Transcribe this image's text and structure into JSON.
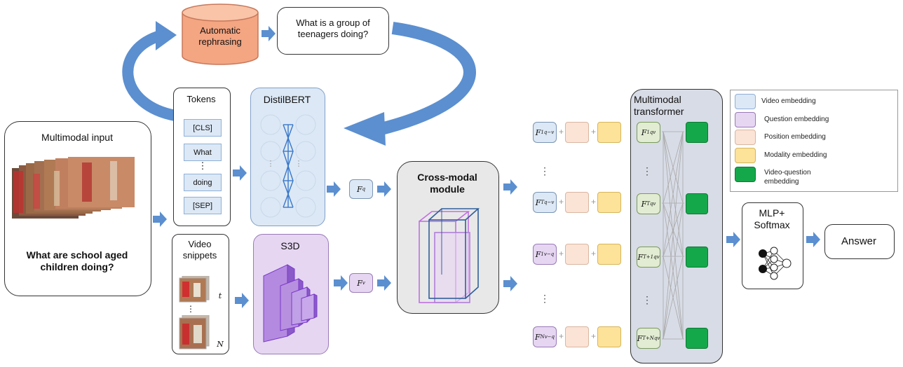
{
  "colors": {
    "video_embedding": "#dce8f5",
    "question_embedding": "#e6d6f2",
    "position_embedding": "#fbe3d6",
    "modality_embedding": "#fde29a",
    "video_question_embedding": "#15a84b",
    "arrow_blue": "#5b8fd0",
    "rephrasing_orange": "#f4a582"
  },
  "rephrasing": {
    "label": "Automatic rephrasing"
  },
  "rephrased_question": {
    "text": "What is a group of teenagers doing?"
  },
  "input": {
    "title": "Multimodal input",
    "question": "What are school aged children doing?"
  },
  "tokens": {
    "title": "Tokens",
    "items": [
      "[CLS]",
      "What",
      "⋮",
      "doing",
      "[SEP]"
    ]
  },
  "video_snippets": {
    "title": "Video snippets",
    "label_t": "t",
    "label_n": "N",
    "dots": "⋮"
  },
  "distilbert": {
    "label": "DistilBERT",
    "dots": "⋮"
  },
  "s3d": {
    "label": "S3D"
  },
  "features": {
    "question": "F",
    "question_sup": "q",
    "video": "F",
    "video_sup": "v"
  },
  "cross_modal": {
    "label": "Cross-modal module"
  },
  "sequence": {
    "rows": [
      {
        "main": "F",
        "sub": "1",
        "sup": "q−v",
        "kind": "question"
      },
      {
        "main": "F",
        "sub": "T",
        "sup": "q−v",
        "kind": "question"
      },
      {
        "main": "F",
        "sub": "1",
        "sup": "v−q",
        "kind": "video"
      },
      {
        "main": "F",
        "sub": "N",
        "sup": "v−q",
        "kind": "video"
      }
    ],
    "dots": "⋮"
  },
  "transformer": {
    "title": "Multimodal transformer",
    "outputs": [
      {
        "main": "F",
        "sub": "1",
        "sup": "qv"
      },
      {
        "main": "F",
        "sub": "T",
        "sup": "qv"
      },
      {
        "main": "F",
        "sub": "T+1",
        "sup": "qv"
      },
      {
        "main": "F",
        "sub": "T+N",
        "sup": "qv"
      }
    ],
    "dots": "⋮"
  },
  "legend": {
    "items": [
      "Video embedding",
      "Question embedding",
      "Position embedding",
      "Modality embedding",
      "Video-question embedding"
    ]
  },
  "mlp": {
    "label": "MLP+ Softmax"
  },
  "answer": {
    "label": "Answer"
  }
}
